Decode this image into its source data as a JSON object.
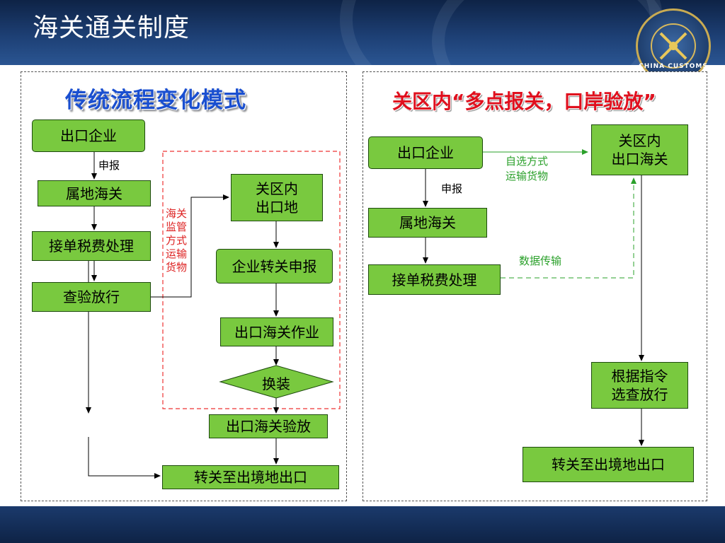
{
  "header": {
    "title": "海关通关制度",
    "logo_text": "CHINA CUSTOMS",
    "logo_icon": "customs-emblem-icon"
  },
  "left_panel": {
    "title": "传统流程变化模式",
    "nodes": {
      "enterprise": "出口企业",
      "local_customs": "属地海关",
      "tax_processing": "接单税费处理",
      "inspect_release": "查验放行",
      "zone_origin": "关区内\n出口地",
      "transit_declaration": "企业转关申报",
      "export_customs_op": "出口海关作业",
      "transship": "换装",
      "export_inspect": "出口海关验放",
      "transfer_exit": "转关至出境地出口"
    },
    "labels": {
      "declare": "申报",
      "supervised_transport": "海关\n监管\n方式\n运输\n货物"
    }
  },
  "right_panel": {
    "title": "关区内“多点报关，口岸验放”",
    "nodes": {
      "enterprise": "出口企业",
      "local_customs": "属地海关",
      "tax_processing": "接单税费处理",
      "zone_export_customs": "关区内\n出口海关",
      "command_release": "根据指令\n选查放行",
      "transfer_exit": "转关至出境地出口"
    },
    "labels": {
      "declare": "申报",
      "self_transport": "自选方式\n运输货物",
      "data_transfer": "数据传输"
    }
  },
  "colors": {
    "box_fill": "#79c93f",
    "left_title": "#1a4fd0",
    "right_title": "#e0101e",
    "green_label": "#2aa02a",
    "red_label": "#dd2222",
    "header_bg": "#1d3f74"
  }
}
